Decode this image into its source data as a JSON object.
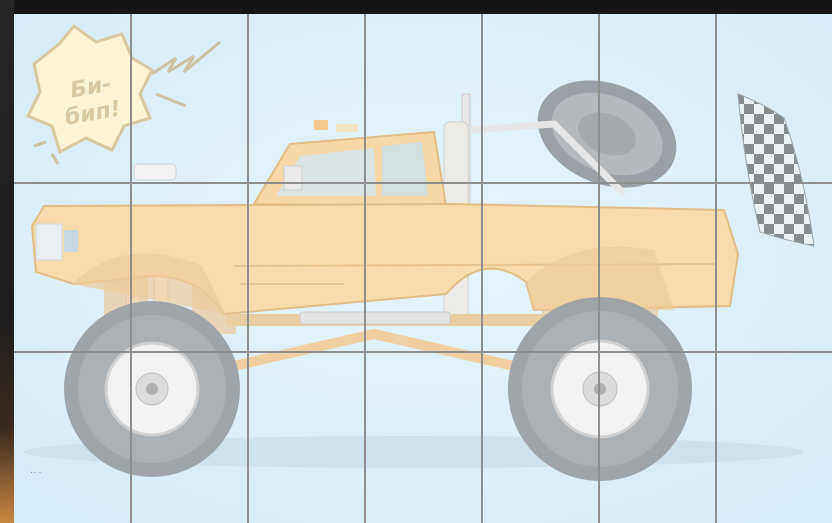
{
  "puzzle": {
    "columns": 7,
    "rows": 3,
    "sticker_line1": "Би-",
    "sticker_line2": "бип!",
    "corner_dots": ".. .",
    "colors": {
      "sky": "#dff0fa",
      "truck_body": "#f6d9a6",
      "grid_line": "#8e8e8e",
      "frame": "#141414"
    },
    "tiles": [
      {
        "id": "r1c1"
      },
      {
        "id": "r1c2"
      },
      {
        "id": "r1c3"
      },
      {
        "id": "r1c4"
      },
      {
        "id": "r1c5"
      },
      {
        "id": "r1c6"
      },
      {
        "id": "r1c7"
      },
      {
        "id": "r2c1"
      },
      {
        "id": "r2c2"
      },
      {
        "id": "r2c3"
      },
      {
        "id": "r2c4"
      },
      {
        "id": "r2c5"
      },
      {
        "id": "r2c6"
      },
      {
        "id": "r2c7"
      },
      {
        "id": "r3c1"
      },
      {
        "id": "r3c2"
      },
      {
        "id": "r3c3"
      },
      {
        "id": "r3c4"
      },
      {
        "id": "r3c5"
      },
      {
        "id": "r3c6"
      },
      {
        "id": "r3c7"
      }
    ]
  }
}
